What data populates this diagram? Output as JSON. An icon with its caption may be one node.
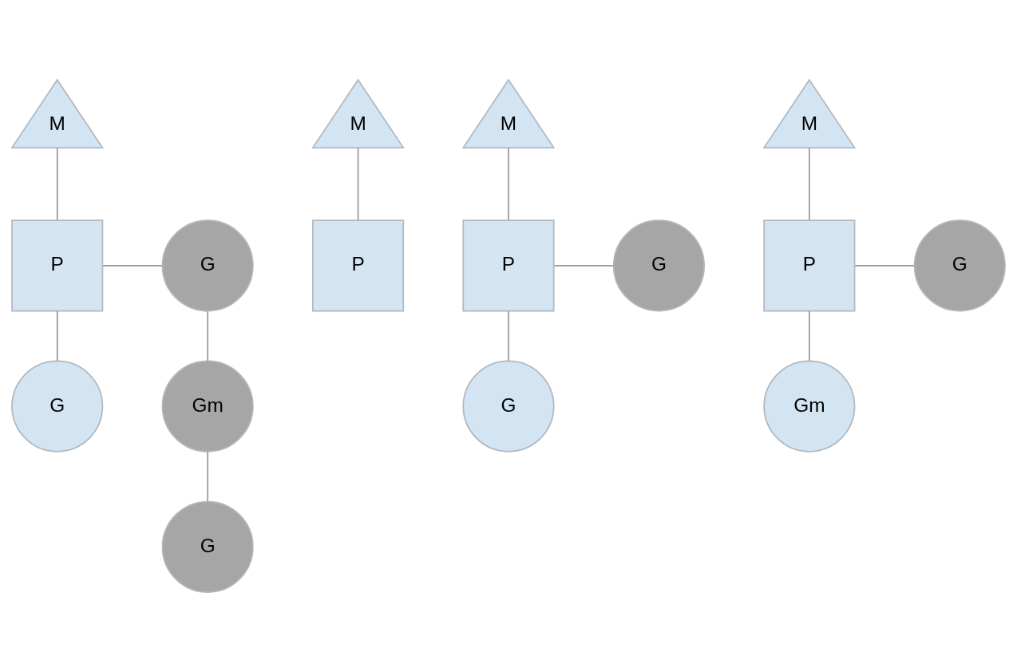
{
  "diagram": {
    "nodes": [
      {
        "text": [
          "M"
        ]
      },
      {
        "text": [
          "P"
        ]
      },
      {
        "text": [
          "G"
        ]
      },
      {
        "text": [
          "G"
        ]
      },
      {
        "text": [
          "Gm"
        ]
      },
      {
        "text": [
          "G"
        ]
      },
      {
        "text": [
          "M"
        ]
      },
      {
        "text": [
          "P"
        ]
      },
      {
        "text": [
          "M"
        ]
      },
      {
        "text": [
          "P"
        ]
      },
      {
        "text": [
          "G"
        ]
      },
      {
        "text": [
          "G"
        ]
      },
      {
        "text": [
          "M"
        ]
      },
      {
        "text": [
          "P"
        ]
      },
      {
        "text": [
          "G"
        ]
      },
      {
        "text": [
          "Gm"
        ]
      }
    ],
    "edges": [
      {
        "from": 0,
        "to": 1,
        "arrow": "none"
      },
      {
        "from": 1,
        "to": 2,
        "arrow": "none"
      },
      {
        "from": 1,
        "to": 3,
        "arrow": "none"
      },
      {
        "from": 2,
        "to": 4,
        "arrow": "none"
      },
      {
        "from": 4,
        "to": 5,
        "arrow": "none"
      },
      {
        "from": 6,
        "to": 7,
        "arrow": "none"
      },
      {
        "from": 8,
        "to": 9,
        "arrow": "none"
      },
      {
        "from": 9,
        "to": 10,
        "arrow": "none"
      },
      {
        "from": 9,
        "to": 11,
        "arrow": "none"
      },
      {
        "from": 12,
        "to": 13,
        "arrow": "none"
      },
      {
        "from": 13,
        "to": 14,
        "arrow": "none"
      },
      {
        "from": 13,
        "to": 15,
        "arrow": "none"
      }
    ]
  }
}
